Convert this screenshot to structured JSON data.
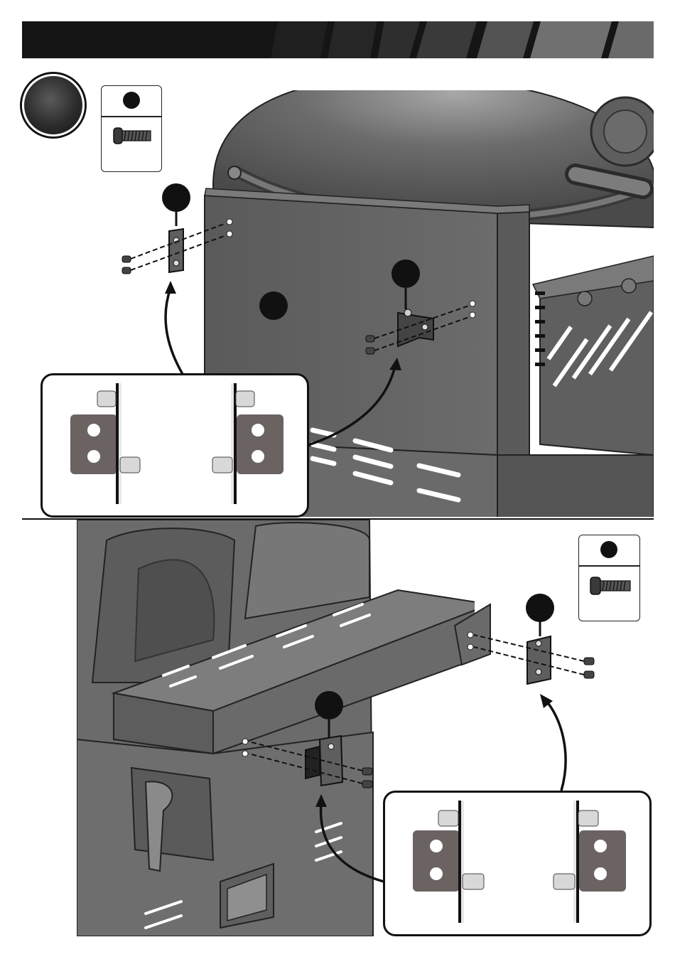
{
  "page": {
    "header_band": {
      "colors": [
        "#1a1a1a",
        "#2b2b2b",
        "#444444",
        "#5f5f5f",
        "#7a7a7a"
      ]
    },
    "step_badge": {
      "label": "",
      "color": "#222222"
    }
  },
  "step_top": {
    "hardware_card": {
      "callout_label": "",
      "icon": "bolt-icon"
    },
    "callouts": [
      {
        "id": "bracket-left",
        "label": ""
      },
      {
        "id": "panel",
        "label": ""
      },
      {
        "id": "bracket-right",
        "label": ""
      }
    ],
    "detail_inset": {
      "views": [
        "bracket-left-orientation",
        "bracket-right-orientation"
      ]
    }
  },
  "step_bottom": {
    "hardware_card": {
      "callout_label": "",
      "icon": "bolt-icon"
    },
    "callouts": [
      {
        "id": "bracket-outer",
        "label": ""
      },
      {
        "id": "bracket-inner",
        "label": ""
      }
    ],
    "detail_inset": {
      "views": [
        "bracket-left-orientation",
        "bracket-right-orientation"
      ]
    }
  },
  "colors": {
    "metal_dark": "#5c5c5c",
    "metal_mid": "#6e6e6e",
    "metal_light": "#8a8a8a",
    "bracket_fill": "#6b6362",
    "outline": "#111111",
    "background": "#ffffff"
  }
}
